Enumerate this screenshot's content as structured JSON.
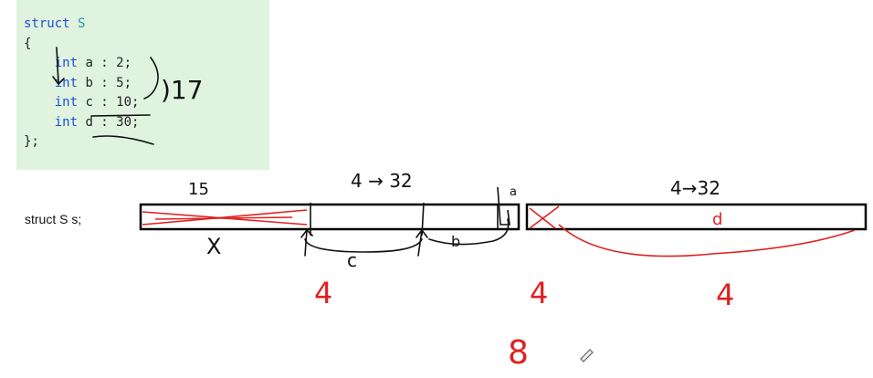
{
  "code": {
    "line1_kw": "struct",
    "line1_name": "S",
    "open_brace": "{",
    "fields": [
      {
        "type": "int",
        "decl": "a : 2;"
      },
      {
        "type": "int",
        "decl": "b : 5;"
      },
      {
        "type": "int",
        "decl": "c : 10;"
      },
      {
        "type": "int",
        "decl": "d : 30;"
      }
    ],
    "close_brace": "};"
  },
  "caption": "struct S s;",
  "annotations": {
    "sum_17": ")17",
    "label_15": "15",
    "label_x": "X",
    "label_4_to_32_left": "4 → 32",
    "label_4_to_32_right": "4→32",
    "label_a": "a",
    "label_b": "b",
    "label_c": "c",
    "label_d": "d",
    "bottom_4_left": "4",
    "bottom_4_mid": "4",
    "bottom_4_right": "4",
    "total_8": "8"
  },
  "colors": {
    "code_bg": "#dff3df",
    "keyword": "#1f4fd6",
    "type_name": "#2b91af",
    "ink_black": "#111111",
    "ink_red": "#e02020"
  }
}
